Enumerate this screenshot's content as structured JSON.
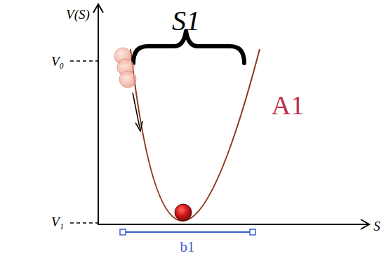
{
  "diagram": {
    "labels": [
      "V(S)",
      "V₀",
      "V₁",
      "S",
      "S1",
      "A1",
      "b1"
    ]
  }
}
